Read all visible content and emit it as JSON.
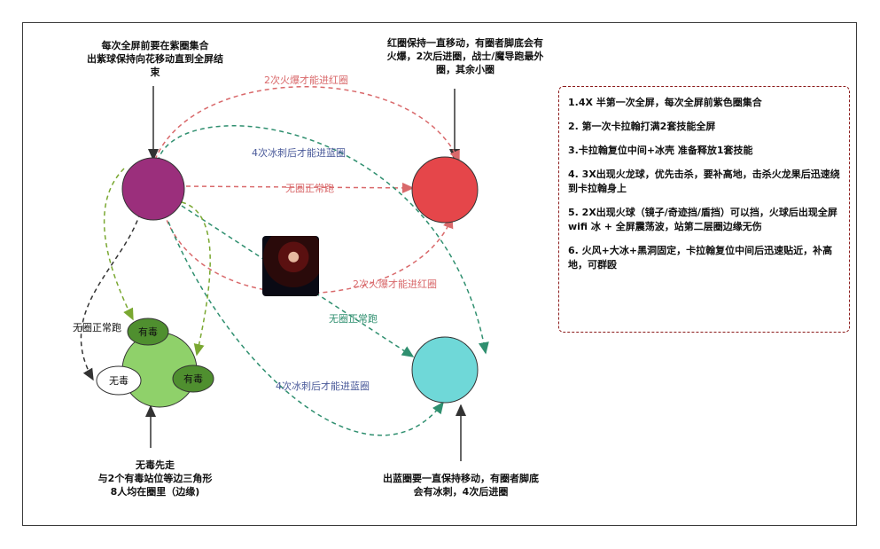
{
  "notes": {
    "purple_note": [
      "每次全屏前要在紫圈集合",
      "出紫球保持向花移动直到全屏结",
      "束"
    ],
    "red_note": [
      "红圈保持一直移动，有圈者脚底会有",
      "火爆，2次后进圈，战士/魔导跑最外",
      "圈，其余小圈"
    ],
    "green_note": [
      "无毒先走",
      "与2个有毒站位等边三角形",
      "8人均在圈里（边缘)"
    ],
    "blue_note": [
      "出蓝圈要一直保持移动，有圈者脚底",
      "会有冰刺，4次后进圈"
    ]
  },
  "edge_labels": {
    "top_red": "2次火爆才能进红圈",
    "top_blue": "4次冰刺后才能进蓝圈",
    "purple_red": "无圈正常跑",
    "mid_red": "2次火爆才能进红圈",
    "purple_blue": "无圈正常跑",
    "bottom_blue": "4次冰刺后才能进蓝圈",
    "green_left": "无圈正常跑"
  },
  "nodes": {
    "poison1": "有毒",
    "poison2": "有毒",
    "nonpoison": "无毒"
  },
  "tips": [
    "1.4X 半第一次全屏，每次全屏前紫色圈集合",
    "2. 第一次卡拉翰打满2套技能全屏",
    "3.卡拉翰复位中间+冰壳 准备释放1套技能",
    "4. 3X出现火龙球，优先击杀，要补高地，击杀火龙果后迅速绕到卡拉翰身上",
    "5. 2X出现火球（镜子/奇迹挡/盾挡）可以挡，火球后出现全屏wifi 冰 + 全屏震荡波，站第二层圈边缘无伤",
    "6. 火风+大冰+黑洞固定，卡拉翰复位中间后迅速贴近，补高地，可群殴"
  ],
  "colors": {
    "purple": "#9b2f7c",
    "red": "#e5464a",
    "green": "#8fd16a",
    "dark_green": "#4f8f2f",
    "cyan": "#6fd8d8",
    "red_dash": "#d9696b",
    "teal_dash": "#2f8f6f",
    "olive_dash": "#7aa832",
    "blue_text": "#4a5a9a",
    "red_text": "#d9696b",
    "teal_text": "#2f8f6f"
  },
  "portrait_icon": "boss-portrait"
}
